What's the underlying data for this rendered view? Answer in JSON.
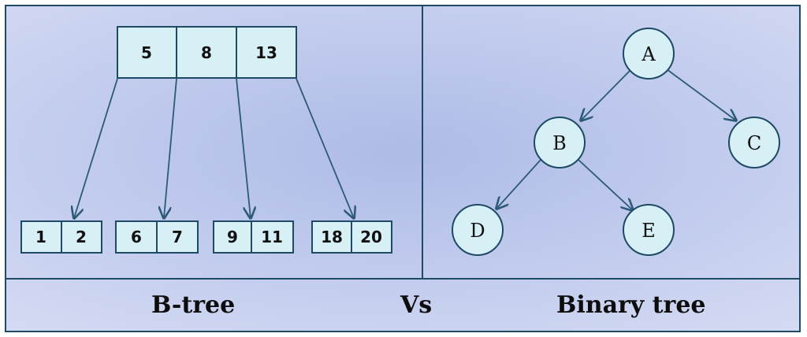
{
  "btree": {
    "root": {
      "keys": [
        "5",
        "8",
        "13"
      ]
    },
    "leaves": [
      {
        "keys": [
          "1",
          "2"
        ]
      },
      {
        "keys": [
          "6",
          "7"
        ]
      },
      {
        "keys": [
          "9",
          "11"
        ]
      },
      {
        "keys": [
          "18",
          "20"
        ]
      }
    ]
  },
  "binary_tree": {
    "nodes": [
      "A",
      "B",
      "C",
      "D",
      "E"
    ],
    "edges": [
      [
        "A",
        "B"
      ],
      [
        "A",
        "C"
      ],
      [
        "B",
        "D"
      ],
      [
        "B",
        "E"
      ]
    ]
  },
  "captions": {
    "left": "B-tree",
    "middle": "Vs",
    "right": "Binary tree"
  },
  "colors": {
    "node_fill": "#d6f0f6",
    "stroke": "#1e4a66",
    "arrow": "#2c5a78"
  }
}
